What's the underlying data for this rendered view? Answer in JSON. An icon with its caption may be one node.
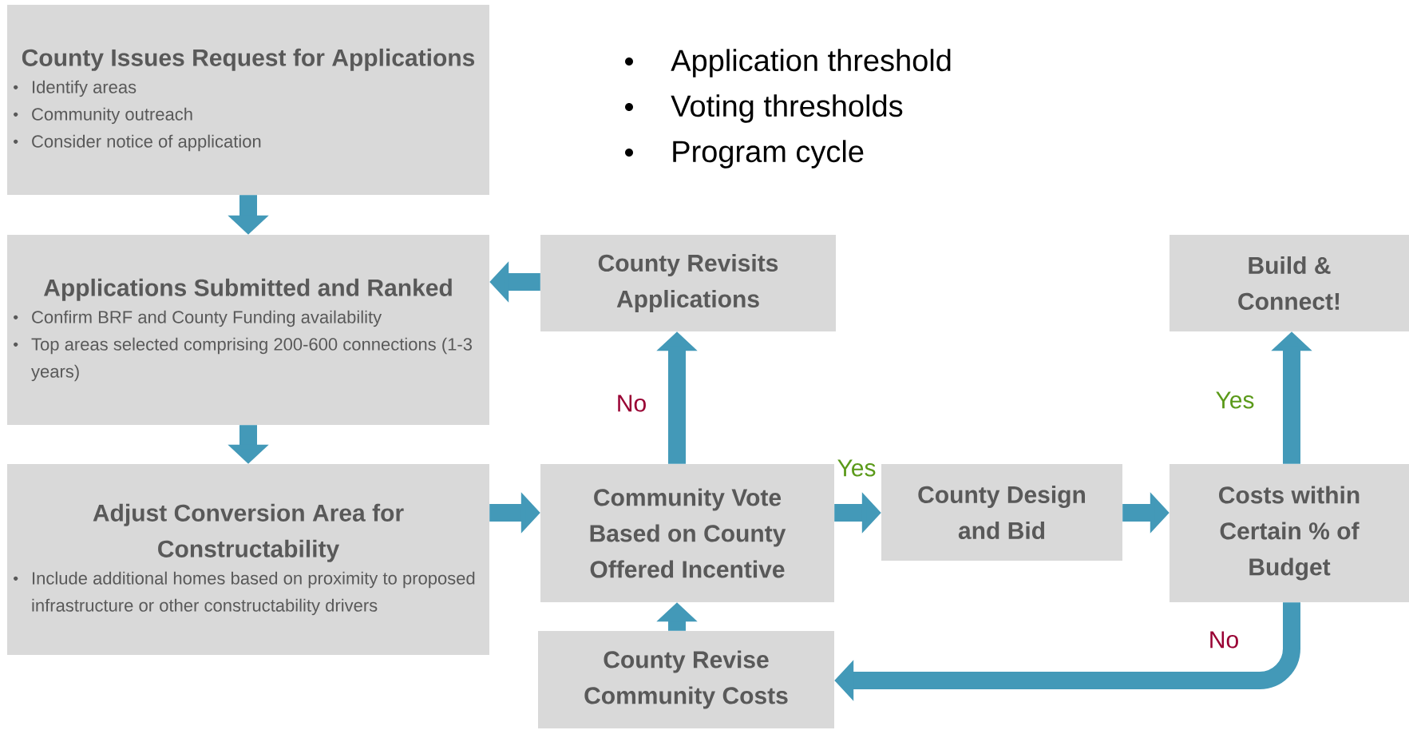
{
  "diagram": {
    "nodes": [
      {
        "text": [
          "County Issues Request for Applications",
          "Identify areas",
          "Community outreach",
          "Consider notice of application"
        ]
      },
      {
        "text": [
          "Applications Submitted and Ranked",
          "Confirm BRF and County Funding availability",
          "Top areas selected comprising 200-600 connections (1-3 years)"
        ]
      },
      {
        "text": [
          "Adjust Conversion Area for Constructability",
          "Include additional homes based on proximity to proposed infrastructure or other constructability drivers"
        ]
      },
      {
        "text": [
          "County Revisits Applications"
        ]
      },
      {
        "text": [
          "Community Vote Based on County Offered Incentive"
        ]
      },
      {
        "text": [
          "County Design and Bid"
        ]
      },
      {
        "text": [
          "Build & Connect!"
        ]
      },
      {
        "text": [
          "Costs within Certain % of Budget"
        ]
      },
      {
        "text": [
          "County Revise Community Costs"
        ]
      }
    ],
    "edges": [
      {
        "from": 0,
        "to": 1,
        "arrow": "to"
      },
      {
        "from": 1,
        "to": 2,
        "arrow": "to"
      },
      {
        "from": 2,
        "to": 4,
        "arrow": "to"
      },
      {
        "from": 3,
        "to": 1,
        "arrow": "to"
      },
      {
        "from": 4,
        "to": 3,
        "arrow": "to",
        "label": "No"
      },
      {
        "from": 4,
        "to": 5,
        "arrow": "to",
        "label": "Yes"
      },
      {
        "from": 5,
        "to": 7,
        "arrow": "to"
      },
      {
        "from": 7,
        "to": 6,
        "arrow": "to",
        "label": "Yes"
      },
      {
        "from": 7,
        "to": 8,
        "arrow": "to",
        "label": "No"
      },
      {
        "from": 8,
        "to": 4,
        "arrow": "to"
      }
    ],
    "labels": [
      "Application threshold",
      "Voting thresholds",
      "Program cycle"
    ]
  }
}
